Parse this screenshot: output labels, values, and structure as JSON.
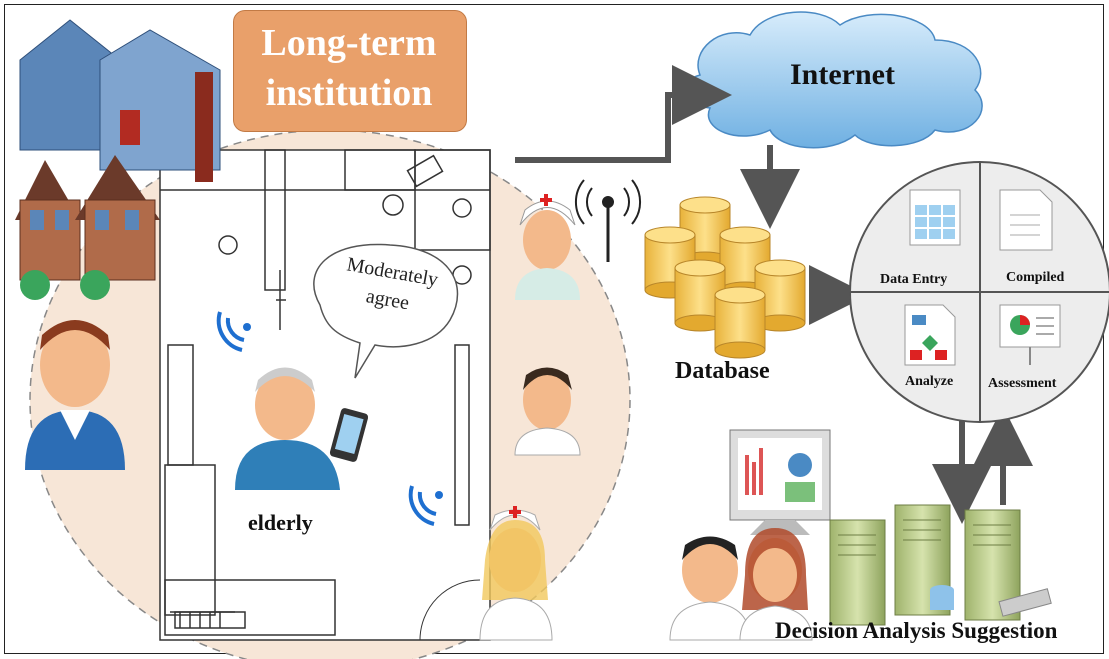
{
  "title": "Long-term institution",
  "internet_label": "Internet",
  "database_label": "Database",
  "speech_bubble": "Moderately agree",
  "elderly_label": "elderly",
  "cycle": {
    "top_left": "Data Entry",
    "top_right": "Compiled",
    "bottom_left": "Analyze",
    "bottom_right": "Assessment"
  },
  "decision_label": "Decision Analysis Suggestion",
  "colors": {
    "title_bg": "#e9a06a",
    "cloud": "#8fc3ea",
    "database": "#f3c94e",
    "room_bg": "#f7e6d7",
    "server": "#b8c98a"
  }
}
